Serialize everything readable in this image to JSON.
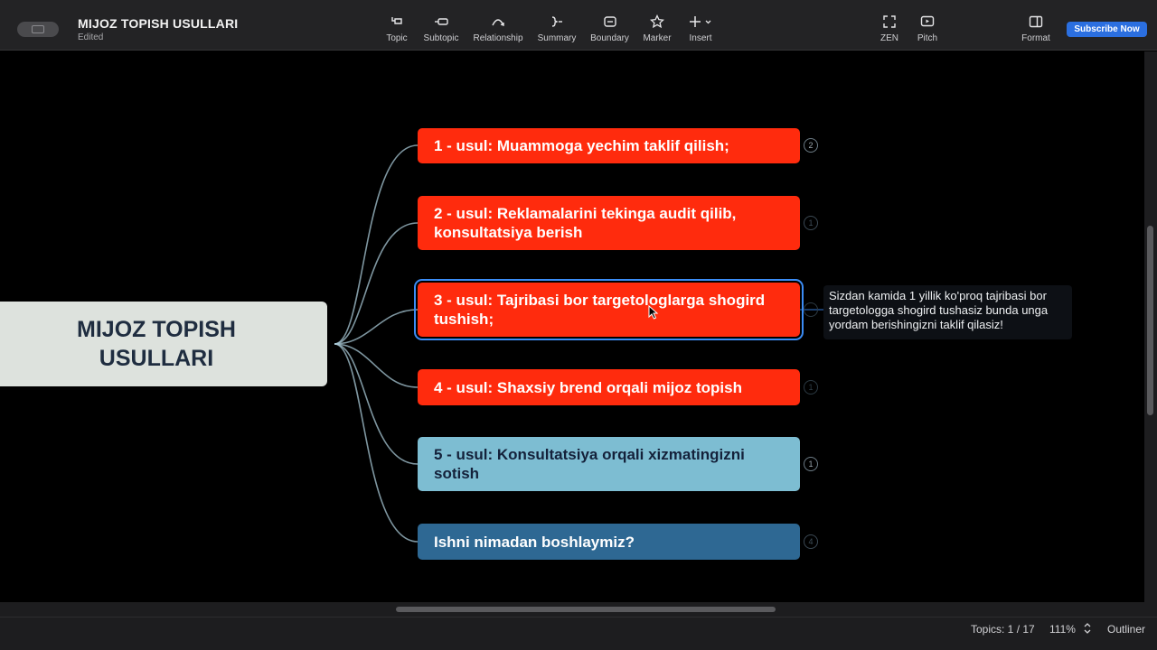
{
  "document": {
    "title": "MIJOZ TOPISH USULLARI",
    "status": "Edited"
  },
  "toolbar": {
    "tools": [
      {
        "label": "Topic",
        "icon": "topic-icon"
      },
      {
        "label": "Subtopic",
        "icon": "subtopic-icon"
      },
      {
        "label": "Relationship",
        "icon": "relationship-icon"
      },
      {
        "label": "Summary",
        "icon": "summary-icon"
      },
      {
        "label": "Boundary",
        "icon": "boundary-icon"
      },
      {
        "label": "Marker",
        "icon": "star-icon"
      },
      {
        "label": "Insert",
        "icon": "plus-icon"
      }
    ],
    "right_tools": [
      {
        "label": "ZEN",
        "icon": "fullscreen-icon"
      },
      {
        "label": "Pitch",
        "icon": "play-icon"
      },
      {
        "label": "Format",
        "icon": "panel-icon"
      }
    ],
    "subscribe_label": "Subscribe Now"
  },
  "mindmap": {
    "root": "MIJOZ TOPISH USULLARI",
    "topics": [
      {
        "text": "1 - usul: Muammoga yechim taklif qilish;",
        "count": "2",
        "color": "#ff2b0d"
      },
      {
        "text": "2 - usul: Reklamalarini tekinga audit qilib, konsultatsiya berish",
        "count": "1",
        "color": "#ff2b0d"
      },
      {
        "text": "3 - usul: Tajribasi bor targetologlarga shogird tushish;",
        "count": "",
        "color": "#ff2b0d",
        "selected": true
      },
      {
        "text": "4 - usul: Shaxsiy brend orqali mijoz topish",
        "count": "1",
        "color": "#ff2b0d"
      },
      {
        "text": "5 - usul: Konsultatsiya orqali xizmatingizni sotish",
        "count": "1",
        "color": "#7dbdd2"
      },
      {
        "text": "Ishni nimadan boshlaymiz?",
        "count": "4",
        "color": "#2e6893"
      }
    ],
    "note": "Sizdan kamida 1 yillik ko'proq tajribasi bor targetologga shogird tushasiz bunda unga yordam berishingizni taklif qilasiz!"
  },
  "statusbar": {
    "topics": "Topics: 1 / 17",
    "zoom": "111%",
    "outliner": "Outliner"
  }
}
